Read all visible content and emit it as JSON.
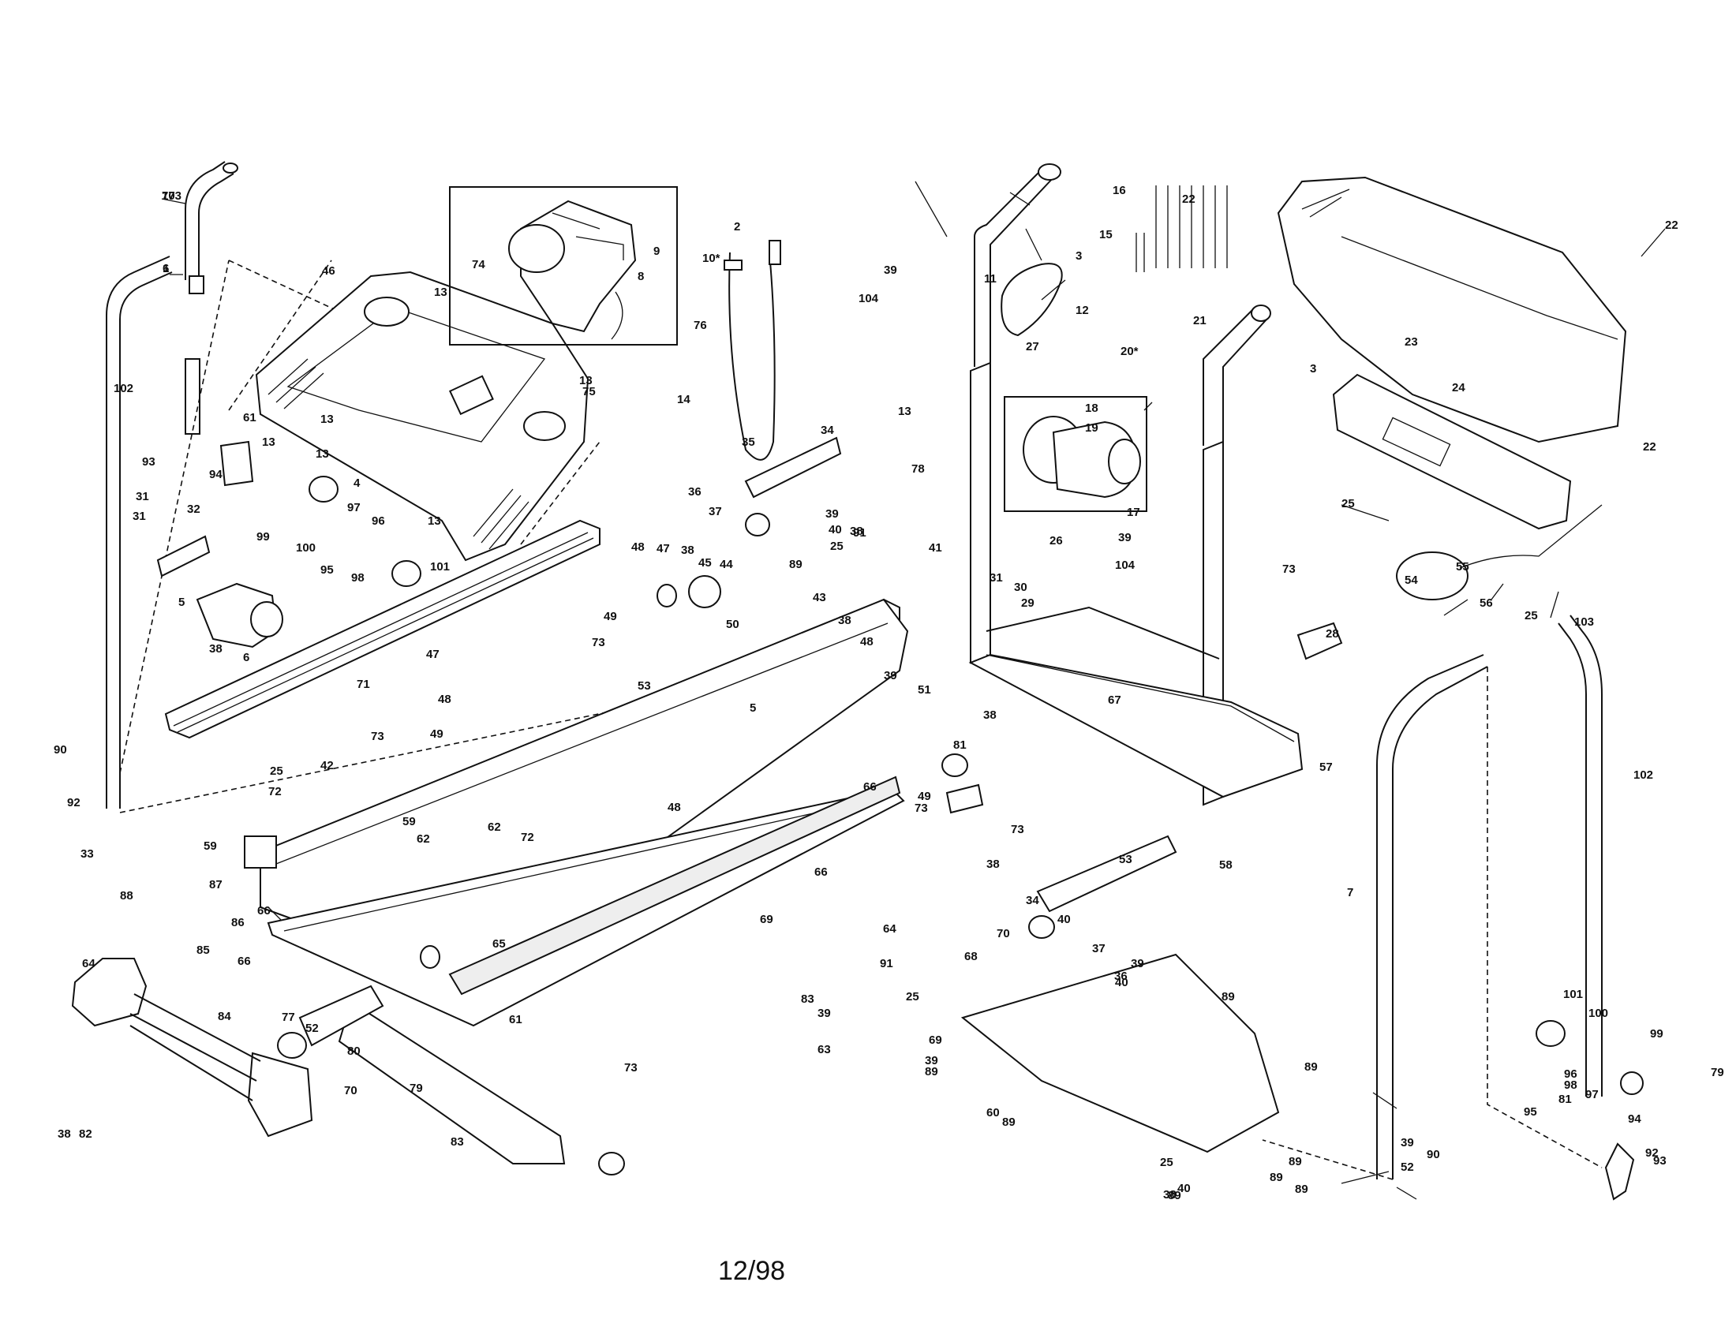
{
  "document": {
    "date_code": "12/98"
  },
  "part_labels": [
    "103",
    "1",
    "46",
    "13",
    "74",
    "9",
    "8",
    "10*",
    "2",
    "16",
    "15",
    "22",
    "22",
    "23",
    "3",
    "11",
    "12",
    "39",
    "104",
    "27",
    "20*",
    "21",
    "3",
    "24",
    "22",
    "102",
    "61",
    "13",
    "13",
    "75",
    "13",
    "76",
    "14",
    "35",
    "34",
    "13",
    "78",
    "18",
    "19",
    "93",
    "13",
    "4",
    "13",
    "94",
    "31",
    "32",
    "31",
    "99",
    "100",
    "97",
    "96",
    "95",
    "98",
    "101",
    "36",
    "37",
    "39",
    "40",
    "25",
    "91",
    "38",
    "48",
    "47",
    "38",
    "45",
    "44",
    "89",
    "43",
    "41",
    "31",
    "30",
    "26",
    "29",
    "17",
    "39",
    "104",
    "25",
    "54",
    "55",
    "56",
    "25",
    "73",
    "28",
    "103",
    "38",
    "6",
    "5",
    "38",
    "71",
    "49",
    "73",
    "50",
    "48",
    "39",
    "51",
    "38",
    "53",
    "5",
    "67",
    "81",
    "47",
    "48",
    "49",
    "73",
    "42",
    "25",
    "62",
    "72",
    "59",
    "87",
    "86",
    "33",
    "88",
    "90",
    "92",
    "66",
    "48",
    "59",
    "62",
    "72",
    "65",
    "66",
    "69",
    "66",
    "49",
    "73",
    "73",
    "64",
    "91",
    "38",
    "34",
    "53",
    "58",
    "57",
    "7",
    "102",
    "85",
    "66",
    "64",
    "84",
    "77",
    "52",
    "70",
    "79",
    "38",
    "82",
    "83",
    "39",
    "63",
    "73",
    "61",
    "70",
    "68",
    "40",
    "37",
    "36",
    "39",
    "40",
    "25",
    "69",
    "89",
    "39",
    "89",
    "89",
    "60",
    "89",
    "89",
    "89",
    "40",
    "25",
    "38",
    "89",
    "89",
    "101",
    "100",
    "99",
    "96",
    "98",
    "95",
    "97",
    "94",
    "93",
    "92",
    "90",
    "79",
    "81",
    "80",
    "83",
    "39",
    "52",
    "77",
    "6"
  ]
}
